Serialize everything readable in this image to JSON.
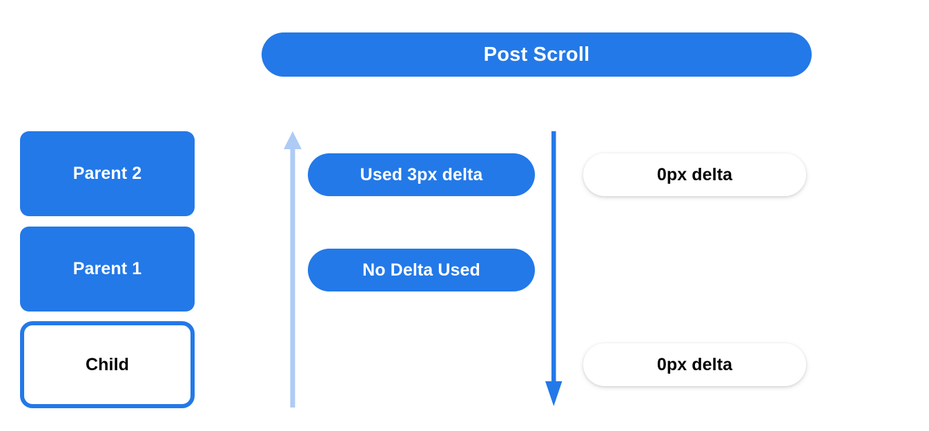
{
  "header": {
    "title": "Post Scroll"
  },
  "colors": {
    "accent_blue": "#2379e8",
    "light_blue_arrow": "#aecbf5",
    "background": "#ffffff",
    "text_dark": "#000000",
    "text_light": "#ffffff"
  },
  "left_column": {
    "boxes": [
      {
        "label": "Parent 2",
        "style": "filled"
      },
      {
        "label": "Parent 1",
        "style": "filled"
      },
      {
        "label": "Child",
        "style": "outlined"
      }
    ]
  },
  "middle_column": {
    "arrow": {
      "name": "up-arrow-icon",
      "direction": "up",
      "color": "#aecbf5"
    },
    "pills": [
      {
        "label": "Used 3px delta",
        "style": "blue"
      },
      {
        "label": "No Delta Used",
        "style": "blue"
      }
    ]
  },
  "right_column": {
    "arrow": {
      "name": "down-arrow-icon",
      "direction": "down",
      "color": "#2379e8"
    },
    "pills": [
      {
        "label": "0px delta",
        "style": "white"
      },
      {
        "label": "0px delta",
        "style": "white"
      }
    ]
  }
}
